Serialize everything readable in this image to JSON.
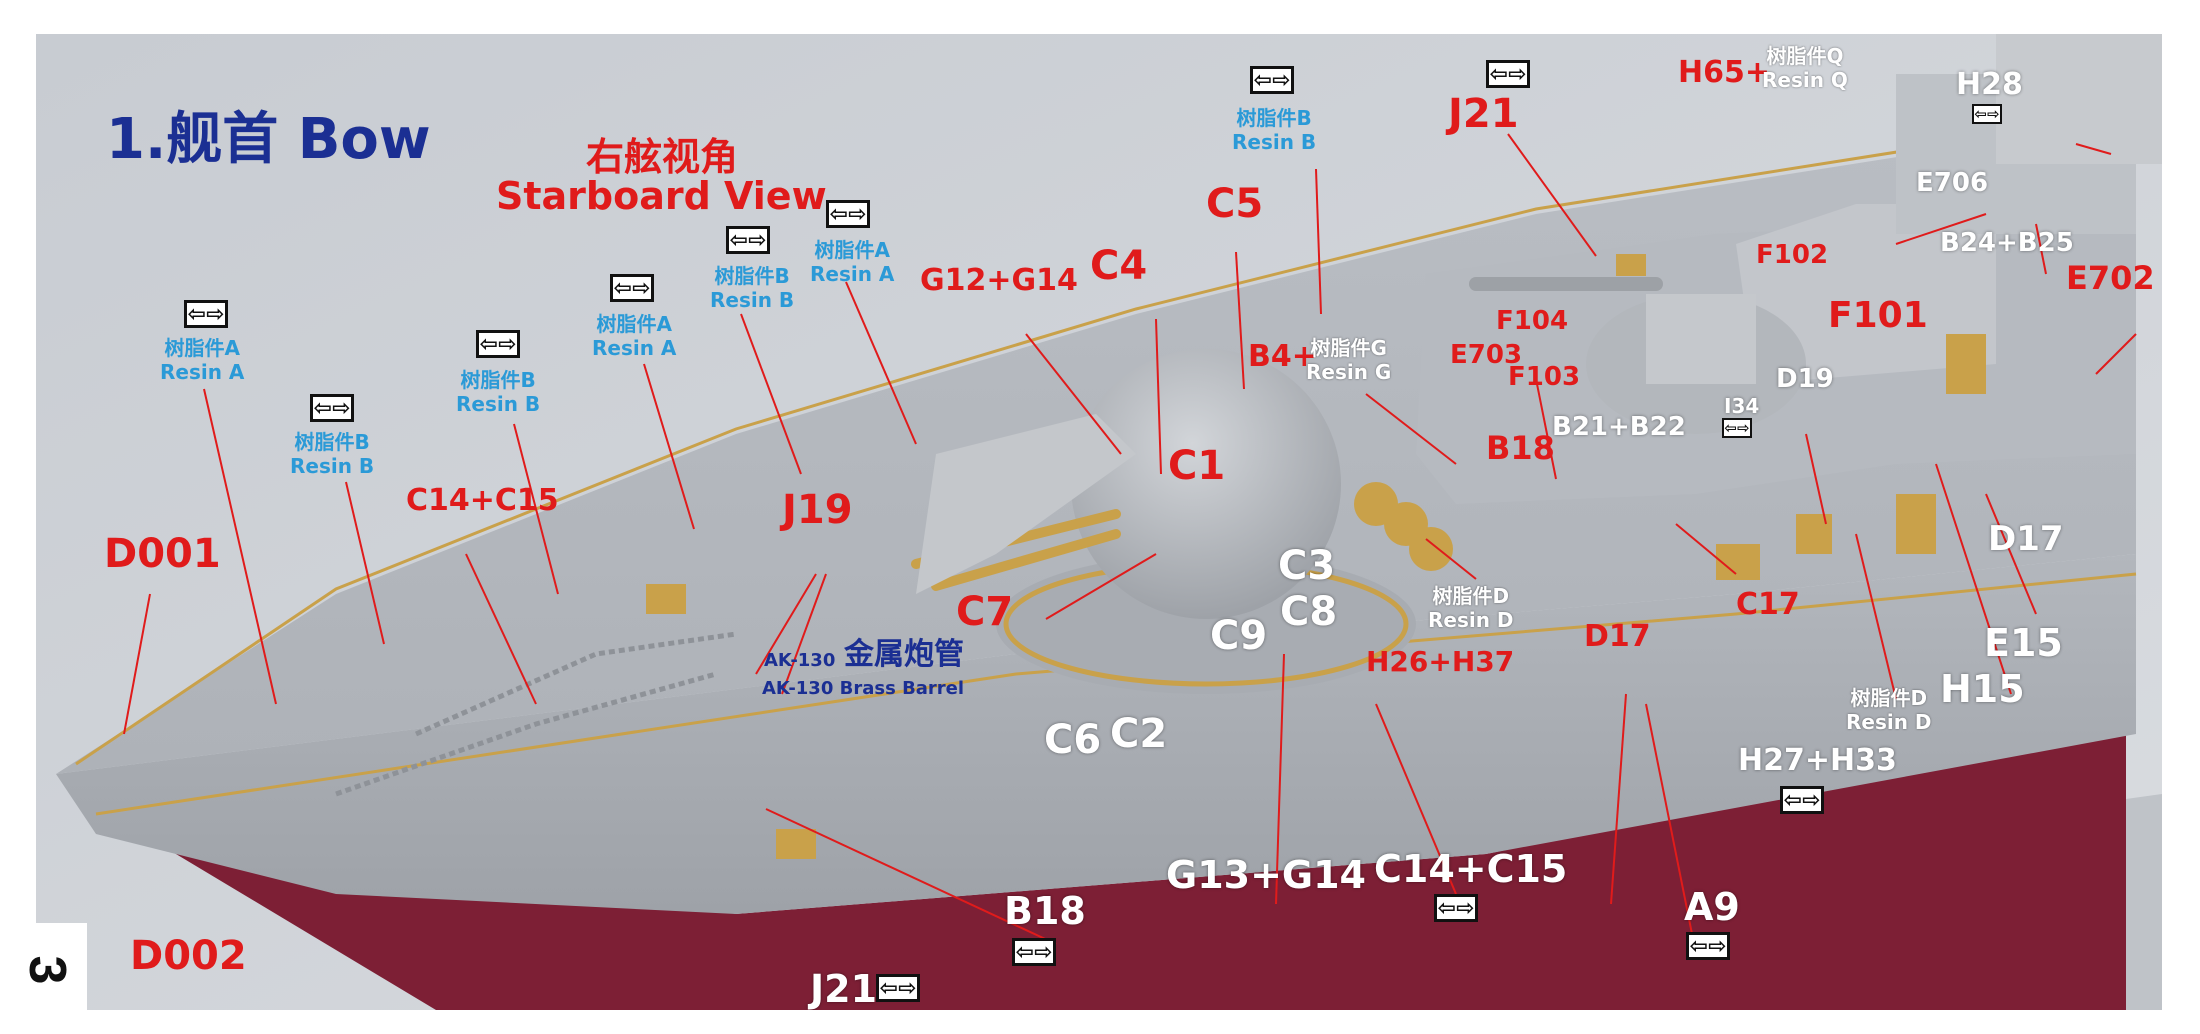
{
  "page": {
    "number_glyph": "3",
    "title": "1.舰首 Bow",
    "view_cn": "右舷视角",
    "view_en": "Starboard View"
  },
  "colors": {
    "label_red": "#e01b1b",
    "label_blue": "#2b9ad7",
    "title_navy": "#1b2f93",
    "hull_grey": "#c9ccd0",
    "hull_waterline": "#7d1f35",
    "brass": "#c9a14a"
  },
  "icons": {
    "swap_glyph": "⇦⇨",
    "name": "photo-etch-swap-arrows-icon"
  },
  "labels": {
    "resin_a_1_cn": "树脂件A",
    "resin_a_1_en": "Resin A",
    "resin_b_1_cn": "树脂件B",
    "resin_b_1_en": "Resin B",
    "resin_b_2_cn": "树脂件B",
    "resin_b_2_en": "Resin B",
    "resin_a_2_cn": "树脂件A",
    "resin_a_2_en": "Resin A",
    "resin_b_3_cn": "树脂件B",
    "resin_b_3_en": "Resin B",
    "resin_a_3_cn": "树脂件A",
    "resin_a_3_en": "Resin A",
    "resin_b_4_cn": "树脂件B",
    "resin_b_4_en": "Resin B",
    "resin_g_cn": "树脂件G",
    "resin_g_en": "Resin G",
    "resin_q_cn": "树脂件Q",
    "resin_q_en": "Resin Q",
    "resin_d_1_cn": "树脂件D",
    "resin_d_1_en": "Resin D",
    "resin_d_2_cn": "树脂件D",
    "resin_d_2_en": "Resin D",
    "d001": "D001",
    "d002": "D002",
    "c14c15_a": "C14+C15",
    "j19": "J19",
    "g12g14": "G12+G14",
    "c4": "C4",
    "c5": "C5",
    "b4": "B4+",
    "j21_top": "J21",
    "h65": "H65+",
    "h28": "H28",
    "e706": "E706",
    "b24b25": "B24+B25",
    "e702": "E702",
    "f102": "F102",
    "f104": "F104",
    "f101": "F101",
    "f103": "F103",
    "e703": "E703",
    "d19": "D19",
    "i34": "I34",
    "b21b22": "B21+B22",
    "b18_top": "B18",
    "c1": "C1",
    "c3": "C3",
    "c8": "C8",
    "c9": "C9",
    "c7": "C7",
    "c6": "C6",
    "c2": "C2",
    "ak130_model": "AK-130",
    "ak130_cn": "金属炮管",
    "ak130_en": "AK-130 Brass Barrel",
    "h26h37": "H26+H37",
    "d17_a": "D17",
    "c17": "C17",
    "d17_b": "D17",
    "e15": "E15",
    "h15": "H15",
    "h27h33": "H27+H33",
    "g13g14": "G13+G14",
    "c14c15_b": "C14+C15",
    "b18_bottom": "B18",
    "a9": "A9",
    "j21_bottom": "J21"
  }
}
